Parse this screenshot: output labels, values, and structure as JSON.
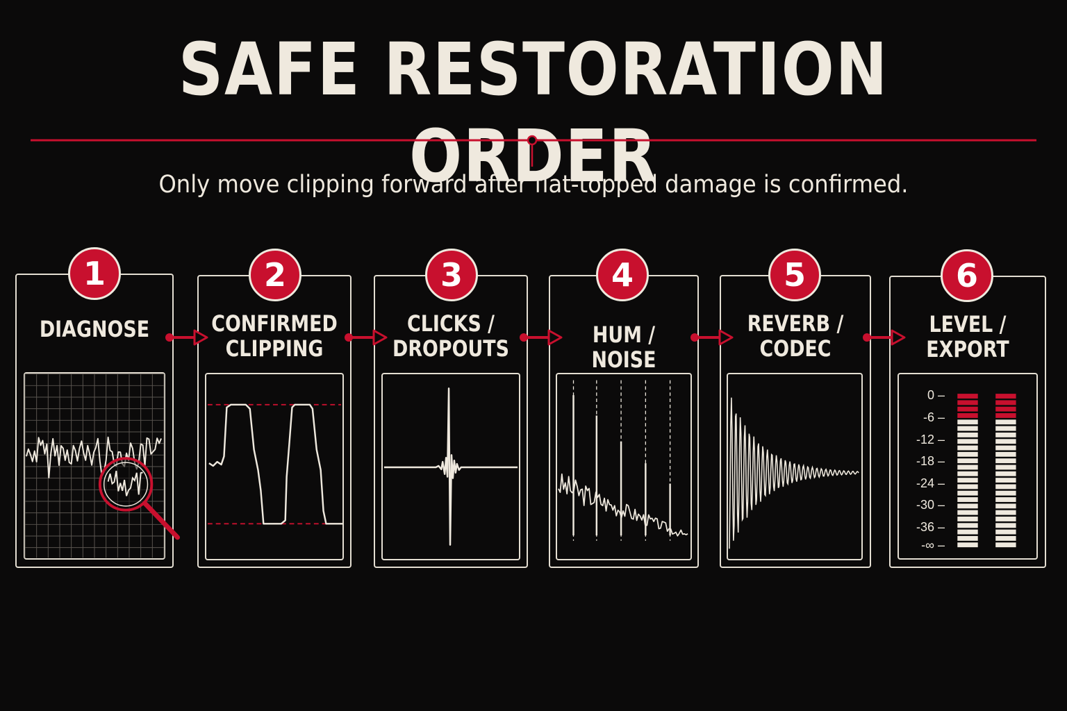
{
  "title": "SAFE RESTORATION ORDER",
  "subtitle": "Only move clipping forward after flat-topped damage is confirmed.",
  "colors": {
    "accent": "#c8102e",
    "foreground": "#efe9de",
    "background": "#0b0a0a"
  },
  "steps": [
    {
      "number": "1",
      "line1": "DIAGNOSE",
      "line2": "",
      "icon": "waveform-magnifier-icon"
    },
    {
      "number": "2",
      "line1": "CONFIRMED",
      "line2": "CLIPPING",
      "icon": "clipped-waveform-icon"
    },
    {
      "number": "3",
      "line1": "CLICKS /",
      "line2": "DROPOUTS",
      "icon": "click-spike-icon"
    },
    {
      "number": "4",
      "line1": "HUM / NOISE",
      "line2": "",
      "icon": "hum-spectrum-icon"
    },
    {
      "number": "5",
      "line1": "REVERB /",
      "line2": "CODEC",
      "icon": "reverb-decay-icon"
    },
    {
      "number": "6",
      "line1": "LEVEL /",
      "line2": "EXPORT",
      "icon": "level-meter-icon"
    }
  ],
  "meter": {
    "ticks": [
      "0",
      "-6",
      "-12",
      "-18",
      "-24",
      "-30",
      "-36",
      "-∞"
    ]
  }
}
